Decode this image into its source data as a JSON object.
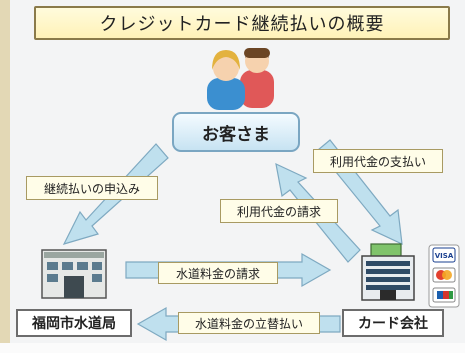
{
  "title": "クレジットカード継続払いの概要",
  "nodes": {
    "customer": "お客さま",
    "water_bureau": "福岡市水道局",
    "card_company": "カード会社"
  },
  "flows": {
    "apply": "継続払いの申込み",
    "payment": "利用代金の支払い",
    "usage_claim": "利用代金の請求",
    "water_claim": "水道料金の請求",
    "advance_payment": "水道料金の立替払い"
  },
  "cards": {
    "brand_label": "VISA"
  },
  "colors": {
    "arrow": "#bfe0ee",
    "arrow_outline": "#7ea9c1",
    "label_bg": "#fffde8",
    "title_bg": "#fff2b8",
    "customer_box": "#c7e3f2"
  }
}
